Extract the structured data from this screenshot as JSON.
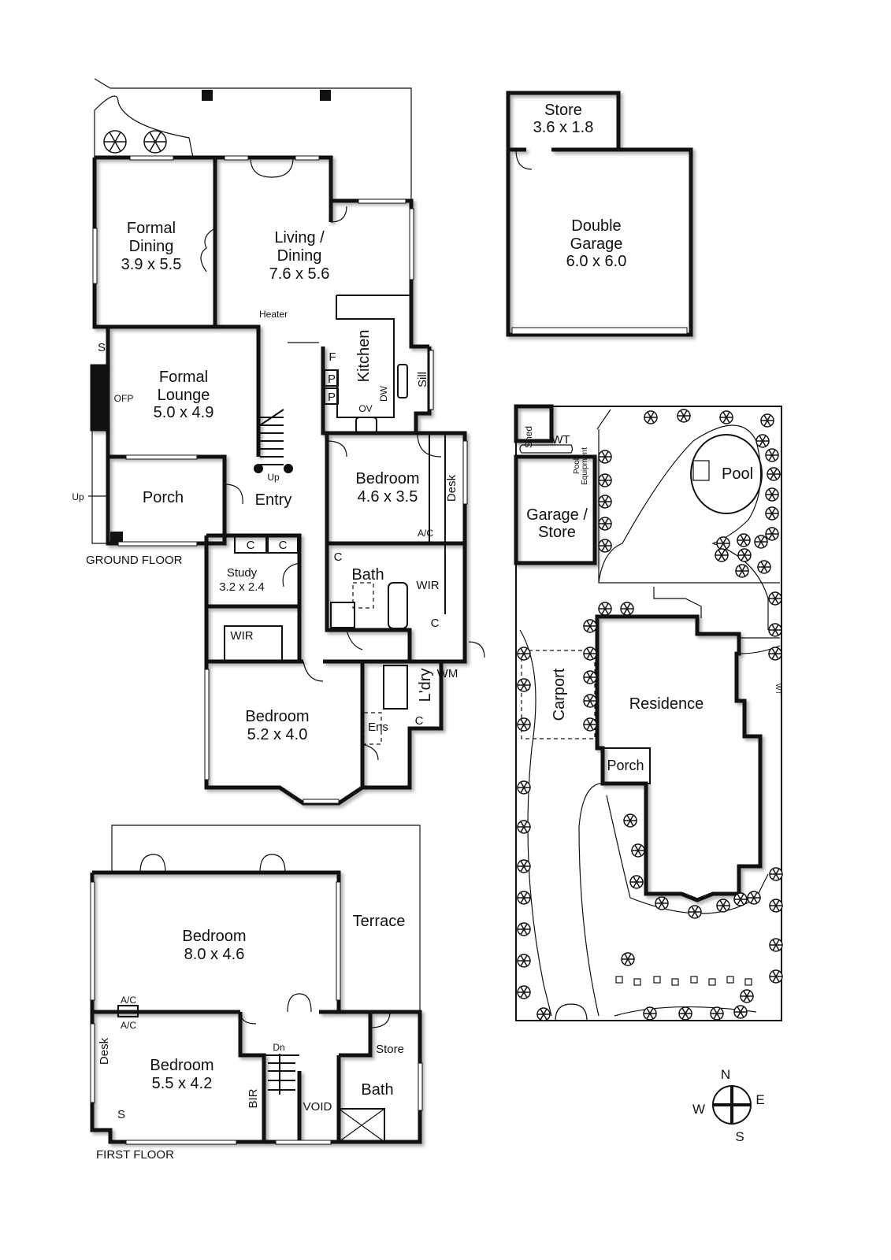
{
  "ground_floor": {
    "caption": "GROUND FLOOR",
    "rooms": {
      "formal_dining": {
        "name": [
          "Formal",
          "Dining"
        ],
        "size": "3.9 x 5.5"
      },
      "living_dining": {
        "name": [
          "Living /",
          "Dining"
        ],
        "size": "7.6 x 5.6"
      },
      "formal_lounge": {
        "name": [
          "Formal",
          "Lounge"
        ],
        "size": "5.0 x 4.9"
      },
      "porch": {
        "name": "Porch"
      },
      "entry": {
        "name": "Entry"
      },
      "kitchen": {
        "name": "Kitchen"
      },
      "bedroom_1": {
        "name": "Bedroom",
        "size": "4.6 x 3.5"
      },
      "study": {
        "name": "Study",
        "size": "3.2 x 2.4"
      },
      "bedroom_2": {
        "name": "Bedroom",
        "size": "5.2 x 4.0"
      },
      "bath": {
        "name": "Bath"
      },
      "ensuite": {
        "name": "Ens"
      },
      "laundry": {
        "name": "L'dry"
      }
    },
    "fixtures": {
      "heater": "Heater",
      "s": "S",
      "ofp": "OFP",
      "up_stair": "Up",
      "up_porch": "Up",
      "f": "F",
      "p1": "P",
      "p2": "P",
      "ov": "OV",
      "dw": "DW",
      "sill": "Sill",
      "desk": "Desk",
      "ac": "A/C",
      "c1": "C",
      "c2": "C",
      "c3": "C",
      "c4": "C",
      "c5": "C",
      "wir1": "WIR",
      "wir2": "WIR",
      "wm": "WM"
    }
  },
  "first_floor": {
    "caption": "FIRST FLOOR",
    "rooms": {
      "bedroom_1": {
        "name": "Bedroom",
        "size": "8.0 x 4.6"
      },
      "bedroom_2": {
        "name": "Bedroom",
        "size": "5.5 x 4.2"
      },
      "terrace": {
        "name": "Terrace"
      },
      "bath": {
        "name": "Bath"
      },
      "store": {
        "name": "Store"
      }
    },
    "fixtures": {
      "ac_top": "A/C",
      "ac_bottom": "A/C",
      "desk": "Desk",
      "s": "S",
      "dn": "Dn",
      "bir": "BIR",
      "void": "VOID"
    }
  },
  "outbuilding": {
    "store": {
      "name": "Store",
      "size": "3.6 x 1.8"
    },
    "garage": {
      "name": [
        "Double",
        "Garage"
      ],
      "size": "6.0 x 6.0"
    }
  },
  "site_plan": {
    "shed": "Shed",
    "wt": "WT",
    "pool_equipment": [
      "Pool",
      "Equipment"
    ],
    "pool": "Pool",
    "garage_store": [
      "Garage /",
      "Store"
    ],
    "carport": "Carport",
    "residence": "Residence",
    "porch": "Porch",
    "wt_side": "WT"
  },
  "compass": {
    "n": "N",
    "e": "E",
    "s": "S",
    "w": "W"
  }
}
